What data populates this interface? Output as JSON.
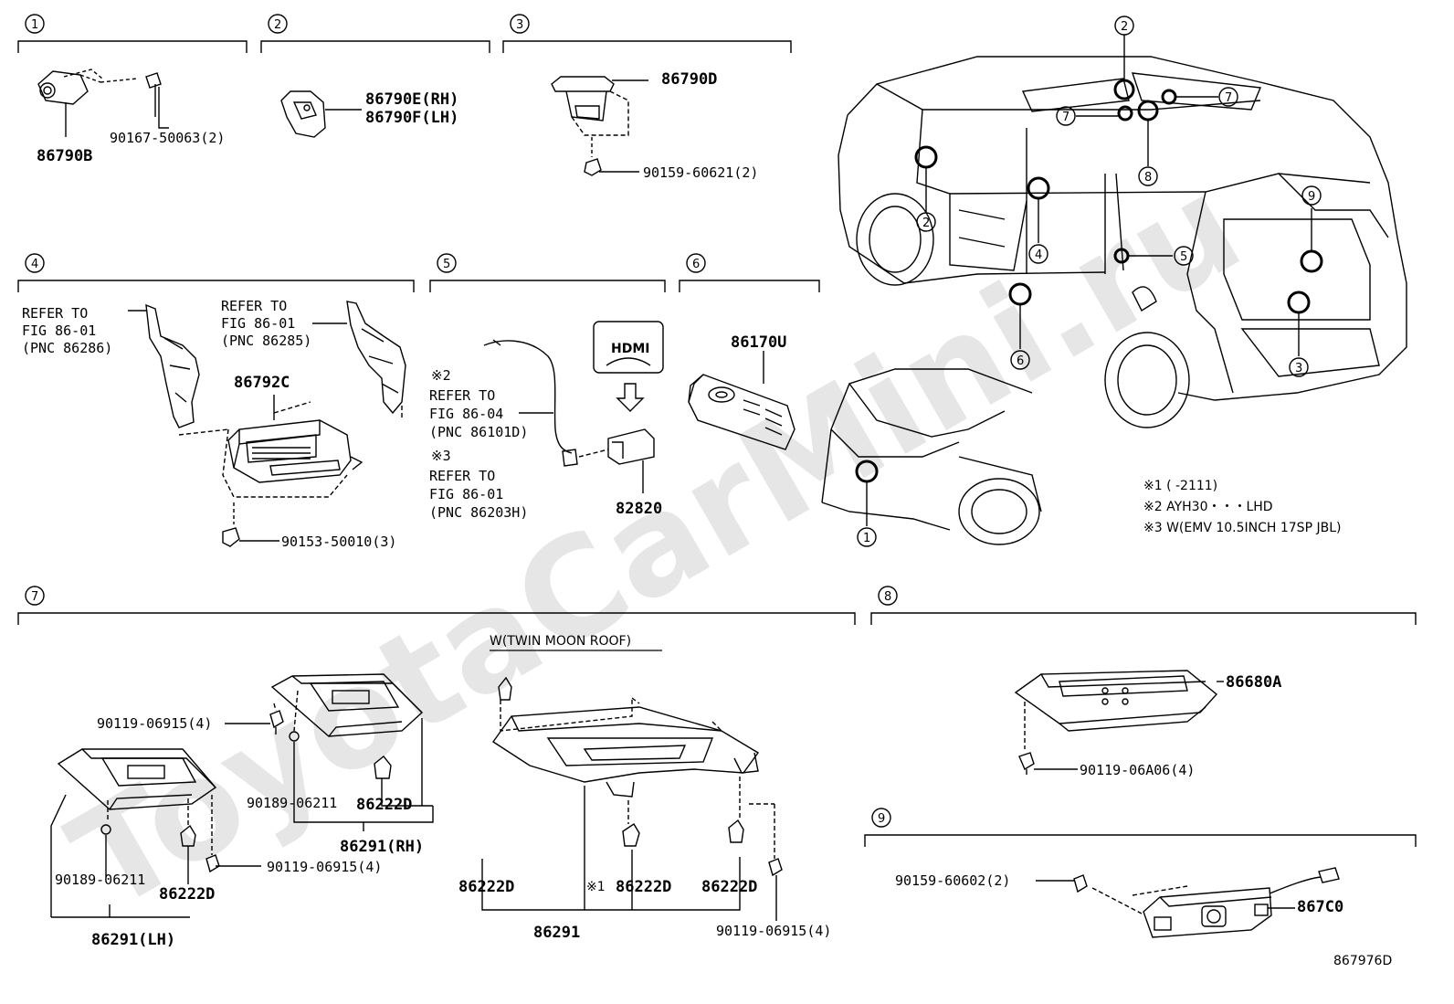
{
  "watermark": "ToyotaCarMini.ru",
  "diagram_id": "867976D",
  "sections": [
    {
      "num": "1",
      "parts": [
        "86790B",
        "90167-50063(2)"
      ]
    },
    {
      "num": "2",
      "parts": [
        "86790E(RH)",
        "86790F(LH)"
      ]
    },
    {
      "num": "3",
      "parts": [
        "86790D",
        "90159-60621(2)"
      ]
    },
    {
      "num": "4",
      "parts": [
        "86792C",
        "90153-50010(3)"
      ],
      "refs": [
        {
          "l1": "REFER TO",
          "l2": "FIG 86-01",
          "l3": "(PNC 86286)"
        },
        {
          "l1": "REFER TO",
          "l2": "FIG 86-01",
          "l3": "(PNC 86285)"
        }
      ]
    },
    {
      "num": "5",
      "parts": [
        "82820"
      ],
      "hdmi_label": "HDMI",
      "refs": [
        {
          "mark": "※2",
          "l1": "REFER TO",
          "l2": "FIG 86-04",
          "l3": "(PNC 86101D)"
        },
        {
          "mark": "※3",
          "l1": "REFER TO",
          "l2": "FIG 86-01",
          "l3": "(PNC 86203H)"
        }
      ]
    },
    {
      "num": "6",
      "parts": [
        "86170U"
      ]
    },
    {
      "num": "7",
      "caption": "W(TWIN MOON ROOF)",
      "parts": [
        "90119-06915(4)",
        "90189-06211",
        "86222D",
        "86291(RH)",
        "90189-06211",
        "86222D",
        "90119-06915(4)",
        "86291(LH)",
        "86222D",
        "※1",
        "86222D",
        "86222D",
        "86291",
        "90119-06915(4)"
      ]
    },
    {
      "num": "8",
      "parts": [
        "86680A",
        "90119-06A06(4)"
      ]
    },
    {
      "num": "9",
      "parts": [
        "90159-60602(2)",
        "867C0"
      ]
    }
  ],
  "notes": [
    "※1 (    -2111)",
    "※2 AYH30・・・LHD",
    "※3 W(EMV 10.5INCH 17SP JBL)"
  ],
  "vehicle_callouts": [
    "2",
    "7",
    "7",
    "2",
    "8",
    "4",
    "5",
    "9",
    "6",
    "3",
    "1"
  ]
}
